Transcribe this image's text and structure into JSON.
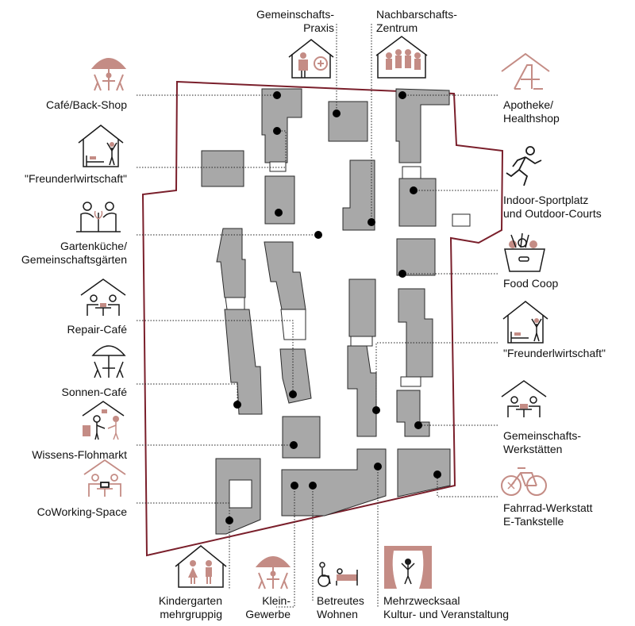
{
  "colors": {
    "boundary": "#7a1f2b",
    "building_fill": "#a8a8a8",
    "building_stroke": "#2a2a2a",
    "icon_accent": "#c48c85",
    "icon_line": "#1a1a1a",
    "leader": "#222222"
  },
  "labels": {
    "gemeinschaftspraxis": [
      "Gemeinschafts-",
      "Praxis"
    ],
    "nachbarschaftszentrum": [
      "Nachbarschafts-",
      "Zentrum"
    ],
    "cafe_backshop": [
      "Café/Back-Shop"
    ],
    "freunderlwirtschaft_left": [
      "\"Freunderlwirtschaft\""
    ],
    "gartenkueche": [
      "Gartenküche/",
      "Gemeinschaftsgärten"
    ],
    "repair_cafe": [
      "Repair-Café"
    ],
    "sonnen_cafe": [
      "Sonnen-Café"
    ],
    "wissens_flohmarkt": [
      "Wissens-Flohmarkt"
    ],
    "coworking": [
      "CoWorking-Space"
    ],
    "apotheke": [
      "Apotheke/",
      "Healthshop"
    ],
    "sportplatz": [
      "Indoor-Sportplatz",
      "und Outdoor-Courts"
    ],
    "food_coop": [
      "Food Coop"
    ],
    "freunderlwirtschaft_right": [
      "\"Freunderlwirtschaft\""
    ],
    "werkstaetten": [
      "Gemeinschafts-",
      "Werkstätten"
    ],
    "fahrrad": [
      "Fahrrad-Werkstatt",
      "E-Tankstelle"
    ],
    "kindergarten": [
      "Kindergarten",
      "mehrgruppig"
    ],
    "kleingewerbe": [
      "Klein-",
      "Gewerbe"
    ],
    "betreutes_wohnen": [
      "Betreutes",
      "Wohnen"
    ],
    "mehrzwecksaal": [
      "Mehrzwecksaal",
      "Kultur- und Veranstaltung"
    ]
  },
  "icons": {
    "gemeinschaftspraxis": "medical-house-icon",
    "nachbarschaftszentrum": "community-house-icon",
    "cafe_backshop": "parasol-cafe-icon",
    "freunderlwirtschaft_left": "guest-room-house-icon",
    "gartenkueche": "garden-people-icon",
    "repair_cafe": "repair-table-icon",
    "sonnen_cafe": "parasol-outline-icon",
    "wissens_flohmarkt": "flea-market-icon",
    "coworking": "coworking-house-icon",
    "apotheke": "pharmacy-house-icon",
    "sportplatz": "runner-icon",
    "food_coop": "food-crate-icon",
    "freunderlwirtschaft_right": "guest-room-house-icon",
    "werkstaetten": "workshop-house-icon",
    "fahrrad": "bicycle-repair-icon",
    "kindergarten": "children-house-icon",
    "kleingewerbe": "parasol-cafe-icon",
    "betreutes_wohnen": "assisted-living-icon",
    "mehrzwecksaal": "stage-curtain-icon"
  }
}
